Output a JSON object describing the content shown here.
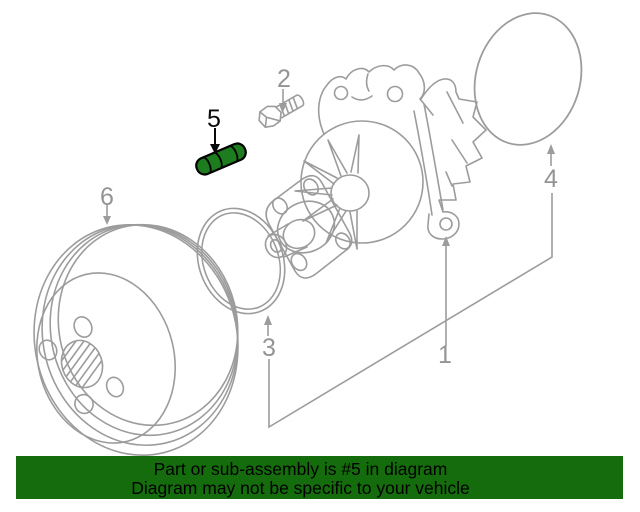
{
  "figure": {
    "description_labels": {
      "l1": "1",
      "l2": "2",
      "l3": "3",
      "l4": "4",
      "l5": "5",
      "l6": "6"
    },
    "highlighted_part_label": "5",
    "colors": {
      "diagram_line": "#9c9c9c",
      "label_gray": "#949494",
      "highlight_fill": "#1d7c1d",
      "highlight_outline": "#000000",
      "background": "#ffffff"
    }
  },
  "banner": {
    "line1": "Part or sub-assembly is #5 in diagram",
    "line2": "Diagram may not be specific to your vehicle",
    "bg_color": "#156c0d",
    "text_color": "#000000"
  }
}
